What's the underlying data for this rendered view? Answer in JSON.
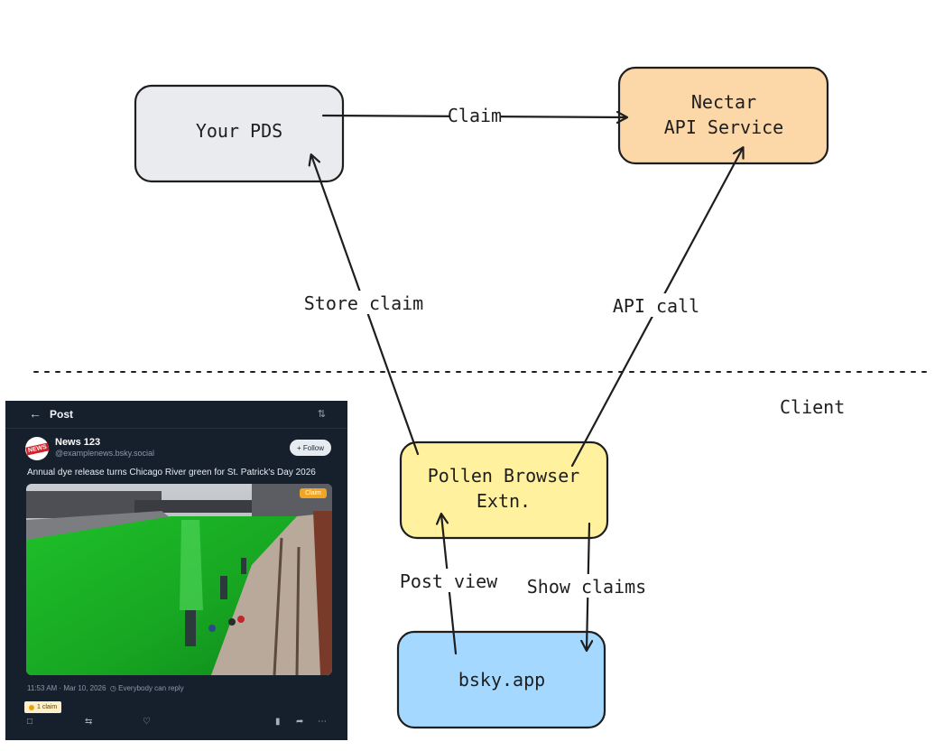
{
  "nodes": {
    "pds": {
      "label": "Your PDS",
      "color": "#e9ebef"
    },
    "nectar": {
      "line1": "Nectar",
      "line2": "API Service",
      "color": "#fcd7a8"
    },
    "pollen": {
      "line1": "Pollen Browser",
      "line2": "Extn.",
      "color": "#fff19e"
    },
    "bsky": {
      "label": "bsky.app",
      "color": "#a5d8ff"
    }
  },
  "edges": {
    "claim": "Claim",
    "store_claim": "Store claim",
    "api_call": "API call",
    "post_view": "Post view",
    "show_claims": "Show claims"
  },
  "zones": {
    "client_label": "Client"
  },
  "post_card": {
    "header_title": "Post",
    "author_name": "News 123",
    "author_handle": "@examplenews.bsky.social",
    "avatar_text": "NEWS",
    "follow_label": "+ Follow",
    "post_text": "Annual dye release turns Chicago River green for St. Patrick's Day 2026",
    "image_badge": "Claim",
    "timestamp": "11:53 AM · Mar 10, 2026",
    "reply_setting": "Everybody can reply",
    "claims_count": "1 claim",
    "icons": [
      "back-arrow-icon",
      "settings-icon",
      "reply-icon",
      "repost-icon",
      "like-icon",
      "bookmark-icon",
      "share-icon",
      "more-icon"
    ]
  }
}
